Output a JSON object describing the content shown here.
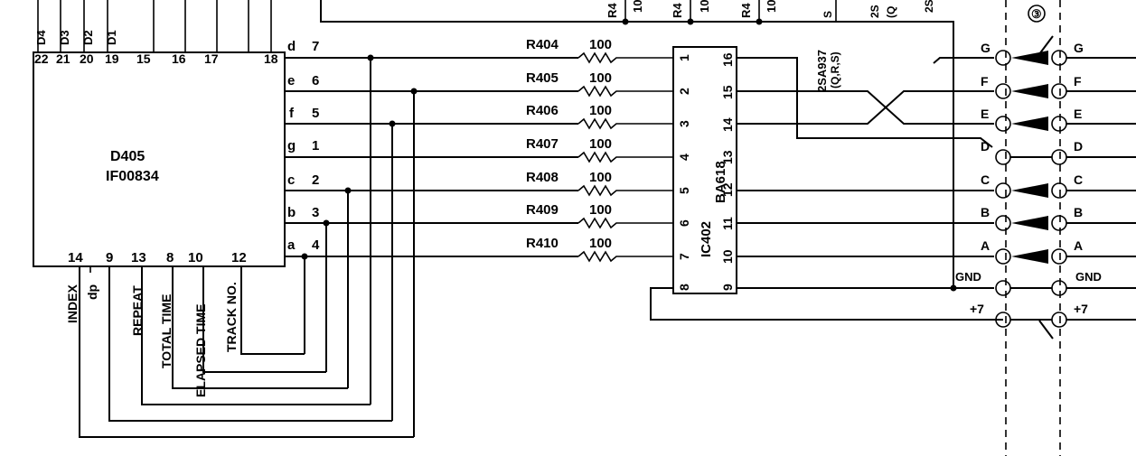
{
  "ic_d405": {
    "name": "D405",
    "part": "IF00834",
    "top_pins": [
      "22",
      "21",
      "20",
      "19",
      "15",
      "16",
      "17",
      "18"
    ],
    "top_labels": [
      "D4",
      "D3",
      "D2",
      "D1"
    ],
    "segment_pins": [
      {
        "seg": "d",
        "pin": "7"
      },
      {
        "seg": "e",
        "pin": "6"
      },
      {
        "seg": "f",
        "pin": "5"
      },
      {
        "seg": "g",
        "pin": "1"
      },
      {
        "seg": "c",
        "pin": "2"
      },
      {
        "seg": "b",
        "pin": "3"
      },
      {
        "seg": "a",
        "pin": "4"
      }
    ],
    "bottom_pins": [
      "14",
      "9",
      "13",
      "8",
      "10",
      "12"
    ],
    "bottom_labels": [
      "INDEX",
      "dp",
      "REPEAT",
      "TOTAL TIME",
      "ELAPSED TIME",
      "TRACK NO."
    ]
  },
  "resistors": [
    {
      "ref": "R404",
      "value": "100"
    },
    {
      "ref": "R405",
      "value": "100"
    },
    {
      "ref": "R406",
      "value": "100"
    },
    {
      "ref": "R407",
      "value": "100"
    },
    {
      "ref": "R408",
      "value": "100"
    },
    {
      "ref": "R409",
      "value": "100"
    },
    {
      "ref": "R410",
      "value": "100"
    }
  ],
  "top_resistors": [
    {
      "ref": "R4",
      "value": "10"
    },
    {
      "ref": "R4",
      "value": "10"
    },
    {
      "ref": "R4",
      "value": "10"
    }
  ],
  "ic402": {
    "ref": "IC402",
    "part": "BA618",
    "left_pins": [
      "1",
      "2",
      "3",
      "4",
      "5",
      "6",
      "7",
      "8"
    ],
    "right_pins": [
      "16",
      "15",
      "14",
      "13",
      "12",
      "11",
      "10",
      "9"
    ]
  },
  "transistor": {
    "label": "2SA937",
    "sub": "(Q,R,S)",
    "top_partial": "2S",
    "top_partial2": "(Q",
    "top_partial3": "2S",
    "top_partial4": "S"
  },
  "connector": {
    "number": "③",
    "pins": [
      "G",
      "F",
      "E",
      "D",
      "C",
      "B",
      "A",
      "GND",
      "+7"
    ]
  }
}
